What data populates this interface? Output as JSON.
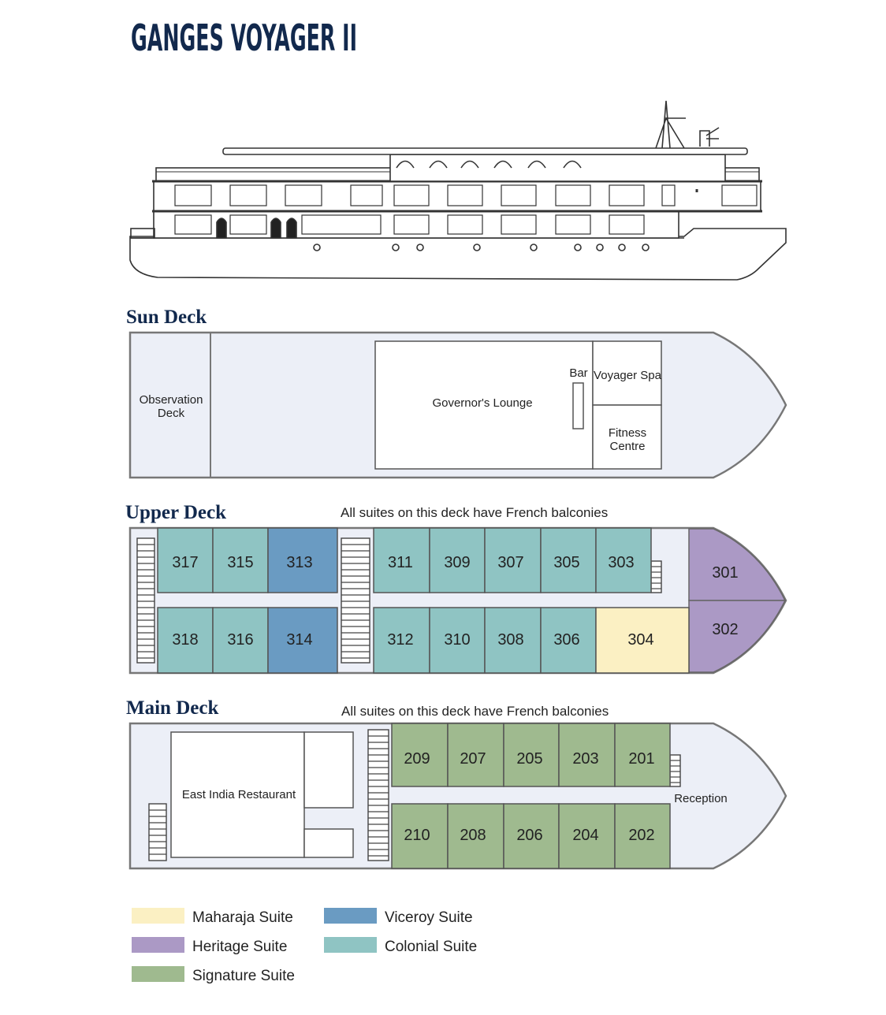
{
  "title": "GANGES VOYAGER II",
  "colors": {
    "navy": "#12294d",
    "outline": "#666666",
    "hull": "#eceff7",
    "maharaja": "#fbf0c3",
    "heritage": "#ab99c5",
    "viceroy": "#6a9bc2",
    "colonial": "#8fc4c3",
    "signature": "#9fba8f"
  },
  "decks": {
    "sun": {
      "name": "Sun Deck",
      "observation_line1": "Observation",
      "observation_line2": "Deck",
      "lounge": "Governor's Lounge",
      "bar": "Bar",
      "spa": "Voyager Spa",
      "fitness_line1": "Fitness",
      "fitness_line2": "Centre"
    },
    "upper": {
      "name": "Upper Deck",
      "note": "All suites on this deck have French balconies",
      "suites": {
        "s317": "317",
        "s315": "315",
        "s313": "313",
        "s311": "311",
        "s309": "309",
        "s307": "307",
        "s305": "305",
        "s303": "303",
        "s318": "318",
        "s316": "316",
        "s314": "314",
        "s312": "312",
        "s310": "310",
        "s308": "308",
        "s306": "306",
        "s304": "304",
        "s301": "301",
        "s302": "302"
      }
    },
    "main": {
      "name": "Main Deck",
      "note": "All suites on this deck have French balconies",
      "restaurant": "East India Restaurant",
      "reception": "Reception",
      "suites": {
        "s209": "209",
        "s207": "207",
        "s205": "205",
        "s203": "203",
        "s201": "201",
        "s210": "210",
        "s208": "208",
        "s206": "206",
        "s204": "204",
        "s202": "202"
      }
    }
  },
  "legend": {
    "maharaja": "Maharaja Suite",
    "heritage": "Heritage Suite",
    "signature": "Signature Suite",
    "viceroy": "Viceroy Suite",
    "colonial": "Colonial Suite"
  }
}
